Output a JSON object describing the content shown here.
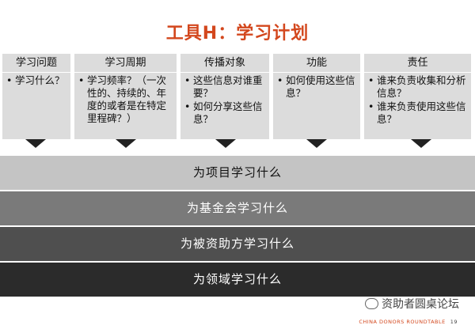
{
  "title": "工具H：学习计划",
  "columns": [
    {
      "header": "学习问题",
      "items": [
        "学习什么？"
      ]
    },
    {
      "header": "学习周期",
      "items": [
        "学习频率？（一次性的、持续的、年度的或者是在特定里程碑？）"
      ]
    },
    {
      "header": "传播对象",
      "items": [
        "这些信息对谁重要？",
        "如何分享这些信息？"
      ]
    },
    {
      "header": "功能",
      "items": [
        "如何使用这些信息？"
      ]
    },
    {
      "header": "责任",
      "items": [
        "谁来负责收集和分析信息？",
        "谁来负责使用这些信息？"
      ]
    }
  ],
  "bullet": "•",
  "bands": [
    "为项目学习什么",
    "为基金会学习什么",
    "为被资助方学习什么",
    "为领域学习什么"
  ],
  "footer": {
    "logo_text": "资助者圆桌论坛",
    "subtitle": "CHINA DONORS ROUNDTABLE",
    "page_number": "19"
  },
  "colors": {
    "title": "#d3471d",
    "column_bg": "#dcdcdc",
    "band_1": "#c4c4c4",
    "band_2": "#7a7a7a",
    "band_3": "#4f4f4f",
    "band_4": "#2b2b2b"
  }
}
